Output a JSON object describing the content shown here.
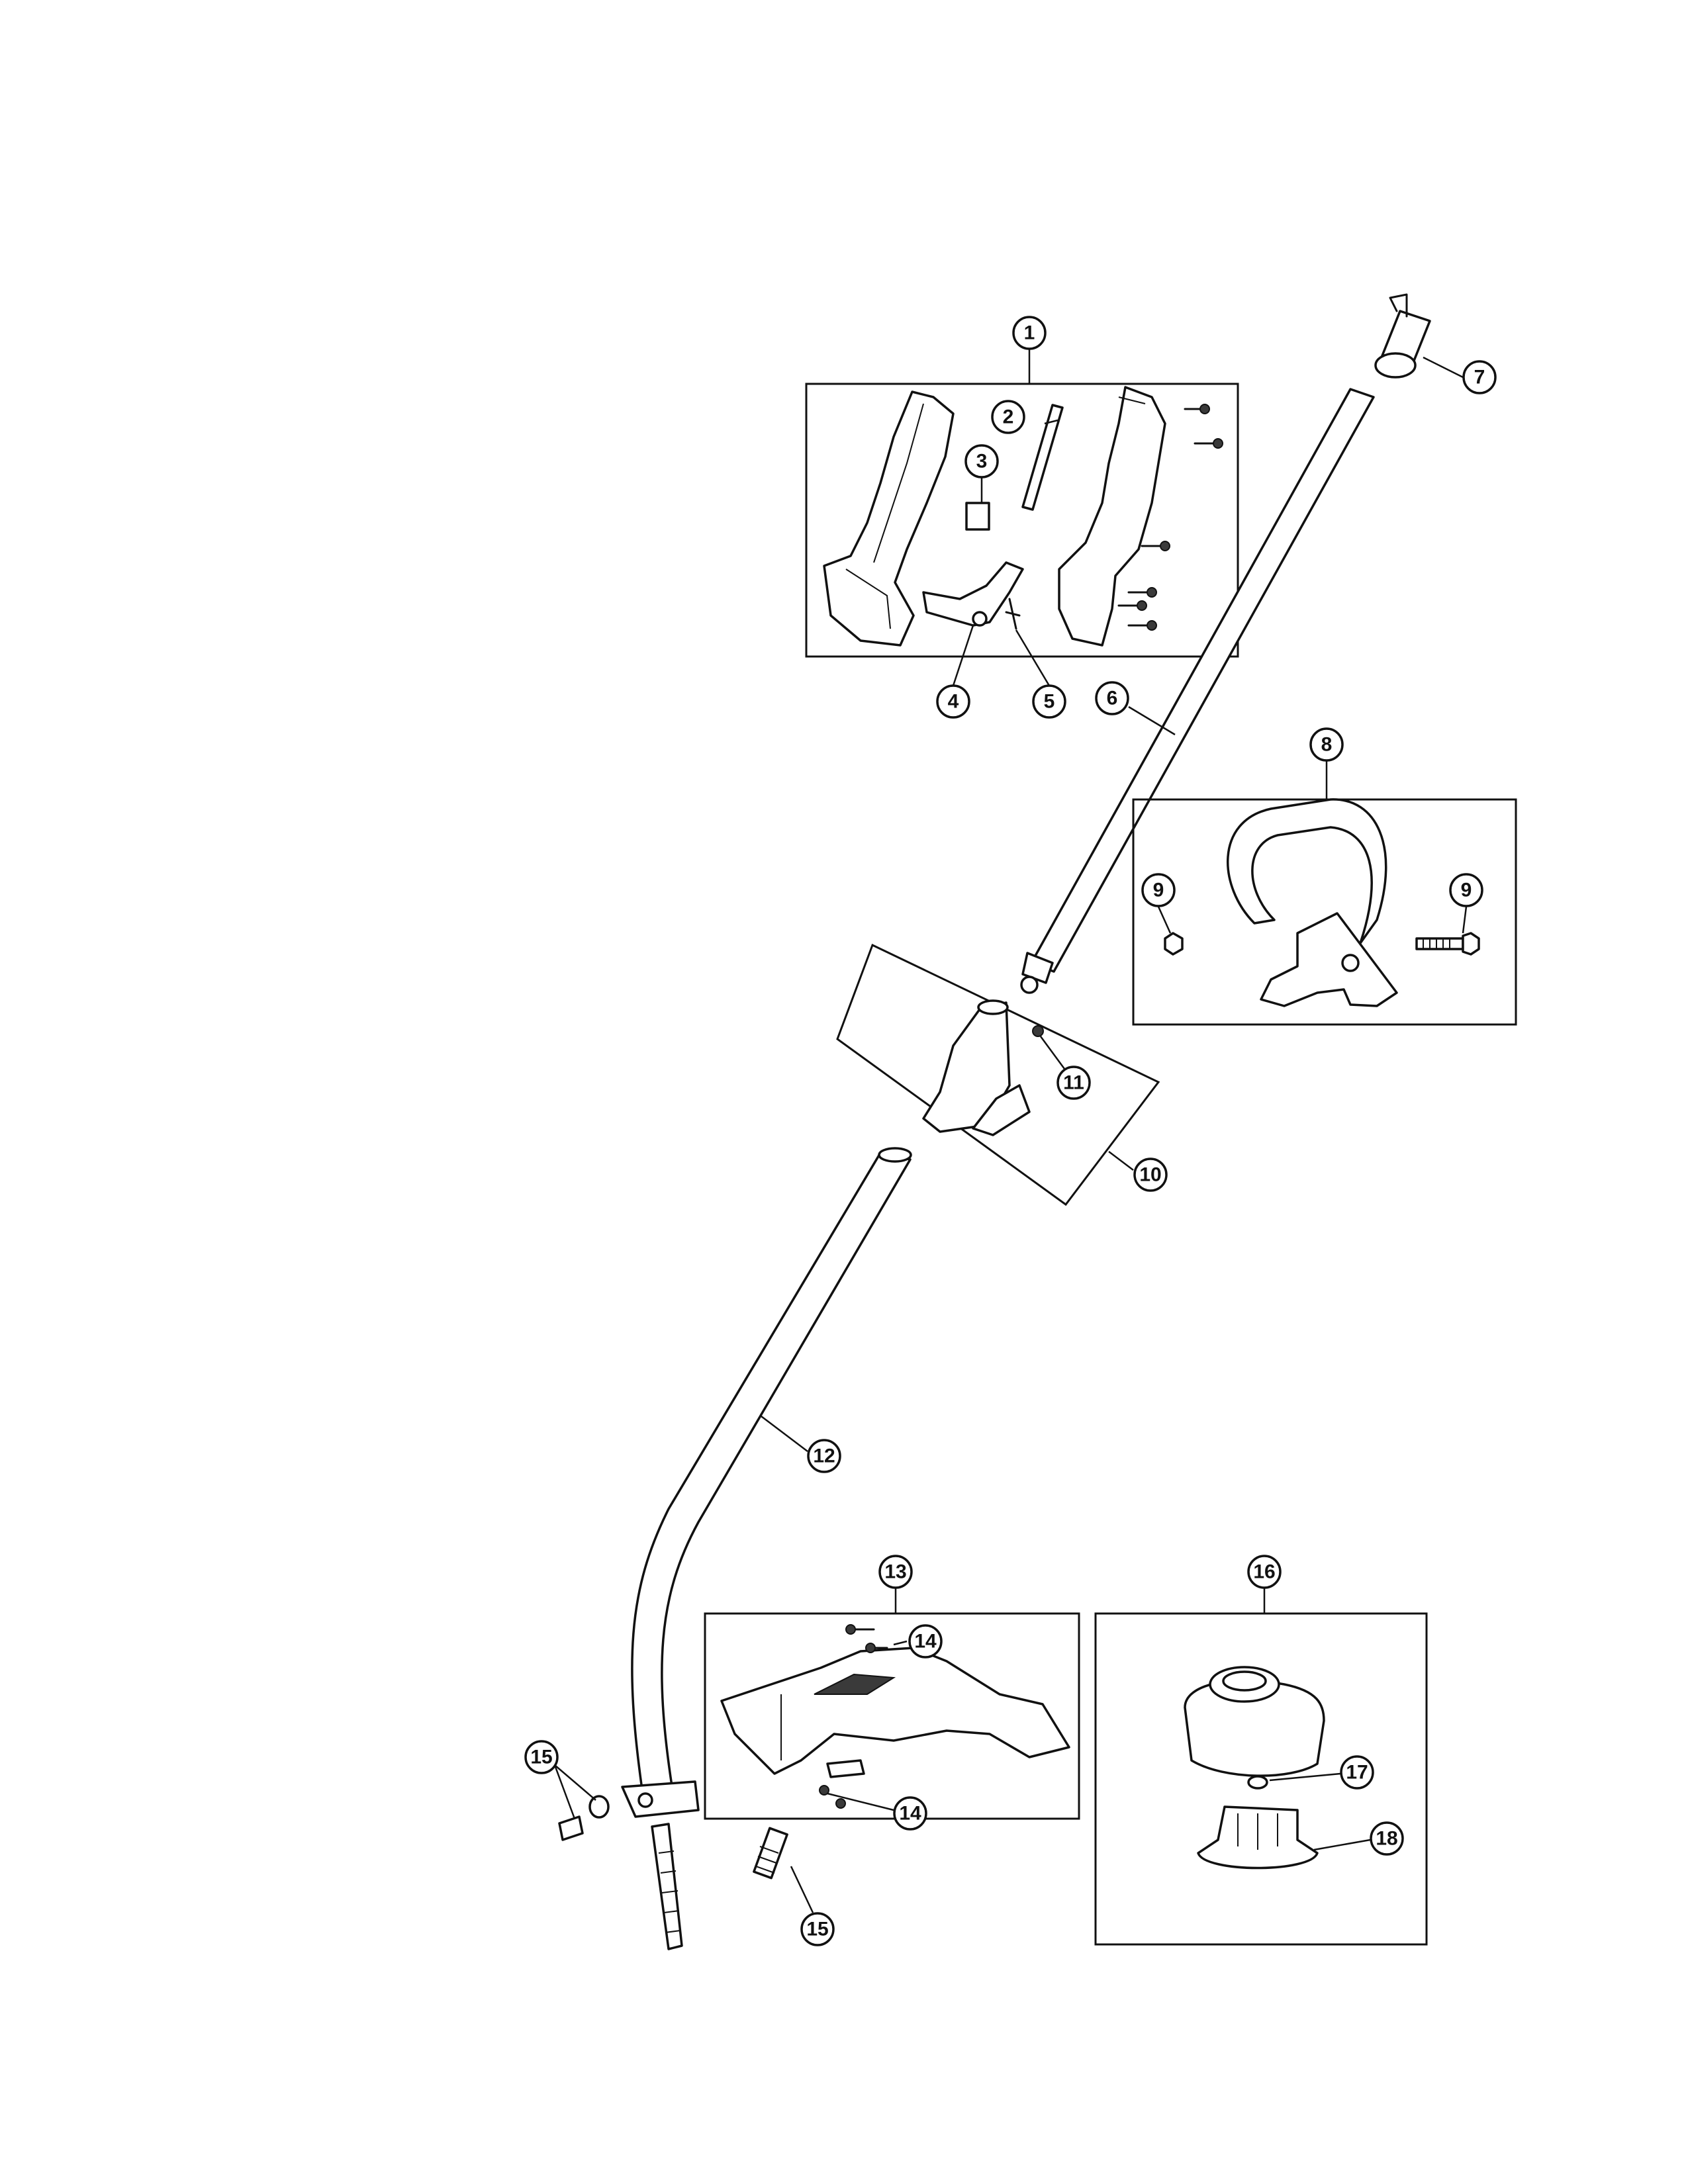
{
  "callouts": [
    {
      "id": "c1",
      "label": "1"
    },
    {
      "id": "c2",
      "label": "2"
    },
    {
      "id": "c3",
      "label": "3"
    },
    {
      "id": "c4",
      "label": "4"
    },
    {
      "id": "c5",
      "label": "5"
    },
    {
      "id": "c6",
      "label": "6"
    },
    {
      "id": "c7",
      "label": "7"
    },
    {
      "id": "c8",
      "label": "8"
    },
    {
      "id": "c9a",
      "label": "9"
    },
    {
      "id": "c9b",
      "label": "9"
    },
    {
      "id": "c10",
      "label": "10"
    },
    {
      "id": "c11",
      "label": "11"
    },
    {
      "id": "c12",
      "label": "12"
    },
    {
      "id": "c13",
      "label": "13"
    },
    {
      "id": "c14a",
      "label": "14"
    },
    {
      "id": "c14b",
      "label": "14"
    },
    {
      "id": "c15a",
      "label": "15"
    },
    {
      "id": "c15b",
      "label": "15"
    },
    {
      "id": "c16",
      "label": "16"
    },
    {
      "id": "c17",
      "label": "17"
    },
    {
      "id": "c18",
      "label": "18"
    }
  ]
}
